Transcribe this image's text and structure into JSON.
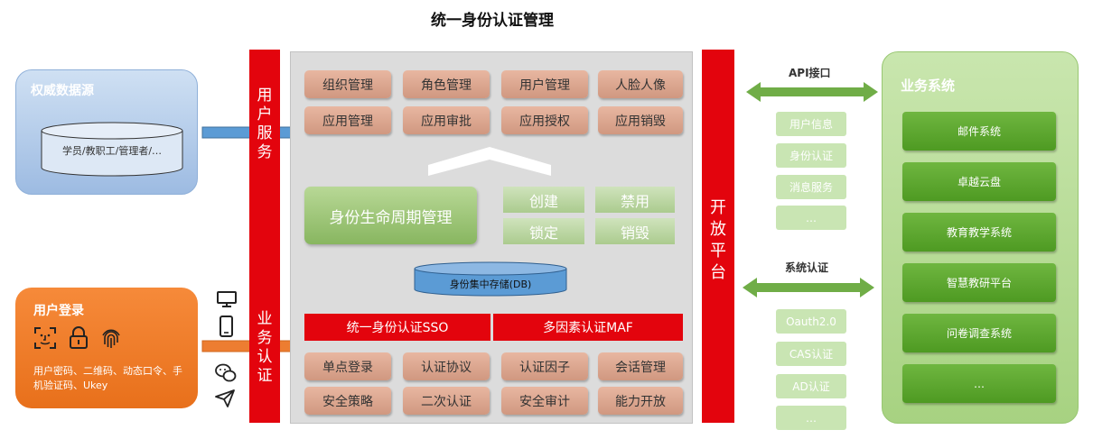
{
  "title": "统一身份认证管理",
  "source": {
    "title": "权威数据源",
    "cylinder_text": "学员/教职工/管理者/…"
  },
  "login": {
    "title": "用户登录",
    "description": "用户密码、二维码、动态口令、手机验证码、Ukey"
  },
  "bars": {
    "user_service": "用户服务",
    "business_auth": "业务认证",
    "open_platform": "开放平台"
  },
  "user_service_buttons": [
    "组织管理",
    "角色管理",
    "用户管理",
    "人脸人像",
    "应用管理",
    "应用审批",
    "应用授权",
    "应用销毁"
  ],
  "lifecycle": {
    "label": "身份生命周期管理",
    "states": [
      "创建",
      "禁用",
      "锁定",
      "销毁"
    ]
  },
  "storage": "身份集中存储(DB)",
  "sso": {
    "header": "统一身份认证SSO",
    "items": [
      "单点登录",
      "认证协议",
      "安全策略",
      "二次认证"
    ]
  },
  "maf": {
    "header": "多因素认证MAF",
    "items": [
      "认证因子",
      "会话管理",
      "安全审计",
      "能力开放"
    ]
  },
  "api": {
    "label": "API接口",
    "items": [
      "用户信息",
      "身份认证",
      "消息服务",
      "…"
    ]
  },
  "sysauth": {
    "label": "系统认证",
    "items": [
      "Oauth2.0",
      "CAS认证",
      "AD认证",
      "…"
    ]
  },
  "business": {
    "title": "业务系统",
    "items": [
      "邮件系统",
      "卓越云盘",
      "教育教学系统",
      "智慧教研平台",
      "问卷调查系统",
      "…"
    ]
  },
  "colors": {
    "red": "#e3040d",
    "blue_arrow": "#5b9bd5",
    "orange": "#ed7d31",
    "green_arrow": "#70ad47"
  }
}
